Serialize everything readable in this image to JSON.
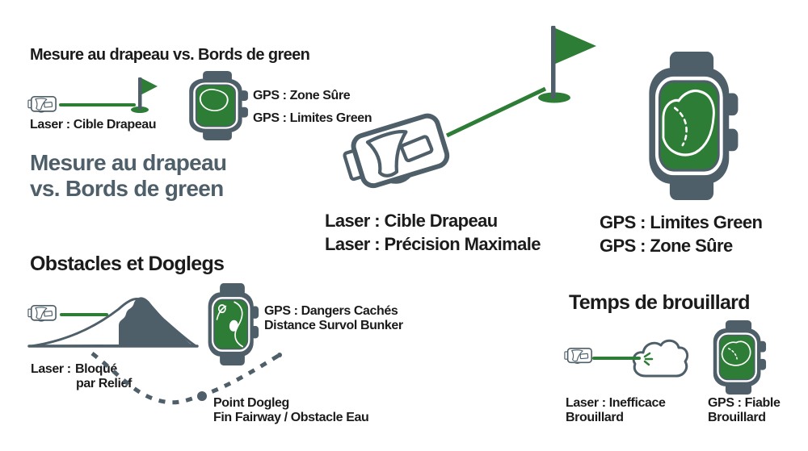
{
  "colors": {
    "green": "#2e7d36",
    "slate": "#4e5f69",
    "ink": "#1b1b1b"
  },
  "flag_section": {
    "heading": "Mesure au drapeau vs. Bords de green",
    "laser_label": "Laser : Cible Drapeau",
    "gps_label_top": "GPS : Zone Sûre",
    "gps_label_bottom": "GPS : Limites Green",
    "subheading_line1": "Mesure au drapeau",
    "subheading_line2": "vs. Bords de green"
  },
  "center_compare": {
    "laser_line1": "Laser : Cible Drapeau",
    "laser_line2": "Laser : Précision Maximale",
    "gps_line1": "GPS : Limites Green",
    "gps_line2": "GPS : Zone Sûre"
  },
  "obstacles_section": {
    "heading": "Obstacles et Doglegs",
    "gps_label_line1": "GPS : Dangers Cachés",
    "gps_label_line2": "Distance Survol Bunker",
    "laser_prefix": "Laser :",
    "laser_word1": "Bloqué",
    "laser_word2": "par Relief",
    "dogleg_line1": "Point Dogleg",
    "dogleg_line2": "Fin Fairway / Obstacle Eau"
  },
  "fog_section": {
    "heading": "Temps de brouillard",
    "laser_line1": "Laser : Inefficace",
    "laser_line2": "Brouillard",
    "gps_line1": "GPS : Fiable",
    "gps_line2": "Brouillard"
  }
}
